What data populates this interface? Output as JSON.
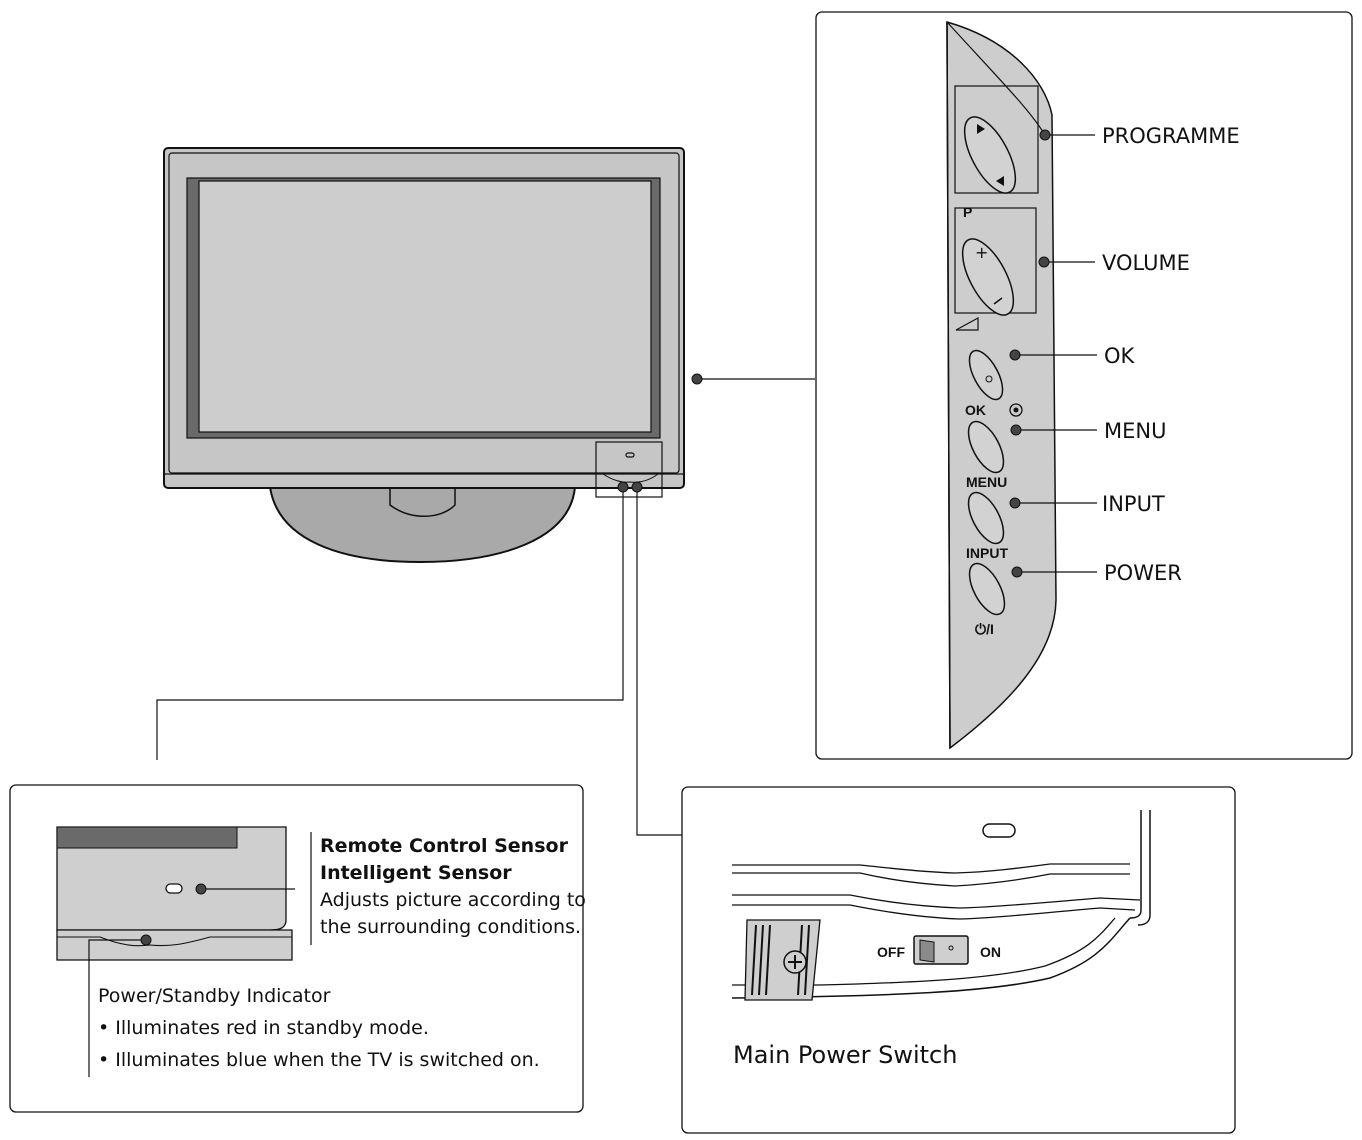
{
  "side_panel": {
    "labels": {
      "programme": "PROGRAMME",
      "volume": "VOLUME",
      "ok": "OK",
      "menu": "MENU",
      "input": "INPUT",
      "power": "POWER"
    },
    "button_marks": {
      "p": "P",
      "ok": "OK",
      "menu": "MENU",
      "input": "INPUT",
      "power": "⏻/I"
    }
  },
  "sensor_panel": {
    "remote_sensor_title": "Remote Control Sensor",
    "intelligent_sensor_title": "Intelligent Sensor",
    "intelligent_desc_1": "Adjusts picture according to",
    "intelligent_desc_2": "the surrounding conditions.",
    "indicator_title": "Power/Standby Indicator",
    "indicator_bullet_1": "• Illuminates red in standby mode.",
    "indicator_bullet_2": "• Illuminates blue when the TV is switched on."
  },
  "switch_panel": {
    "off_label": "OFF",
    "on_label": "ON",
    "caption": "Main Power Switch"
  },
  "colors": {
    "panel_fill": "#cfcfcf",
    "panel_dark": "#6a6a6a",
    "line": "#111111"
  }
}
